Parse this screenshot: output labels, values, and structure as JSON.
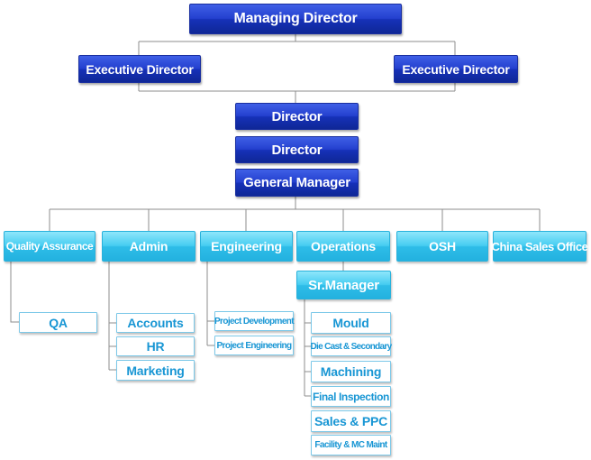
{
  "nodes": {
    "managing_director": "Managing Director",
    "exec_left": "Executive Director",
    "exec_right": "Executive Director",
    "director_1": "Director",
    "director_2": "Director",
    "general_manager": "General Manager",
    "quality_assurance": "Quality Assurance",
    "admin": "Admin",
    "engineering": "Engineering",
    "operations": "Operations",
    "osh": "OSH",
    "china_sales_office": "China Sales Office",
    "qa": "QA",
    "accounts": "Accounts",
    "hr": "HR",
    "marketing": "Marketing",
    "project_development": "Project Development",
    "project_engineering": "Project Engineering",
    "sr_manager": "Sr.Manager",
    "mould": "Mould",
    "die_cast": "Die Cast & Secondary",
    "machining": "Machining",
    "final_inspection": "Final Inspection",
    "sales_ppc": "Sales & PPC",
    "facility_mc": "Facility & MC Maint"
  }
}
